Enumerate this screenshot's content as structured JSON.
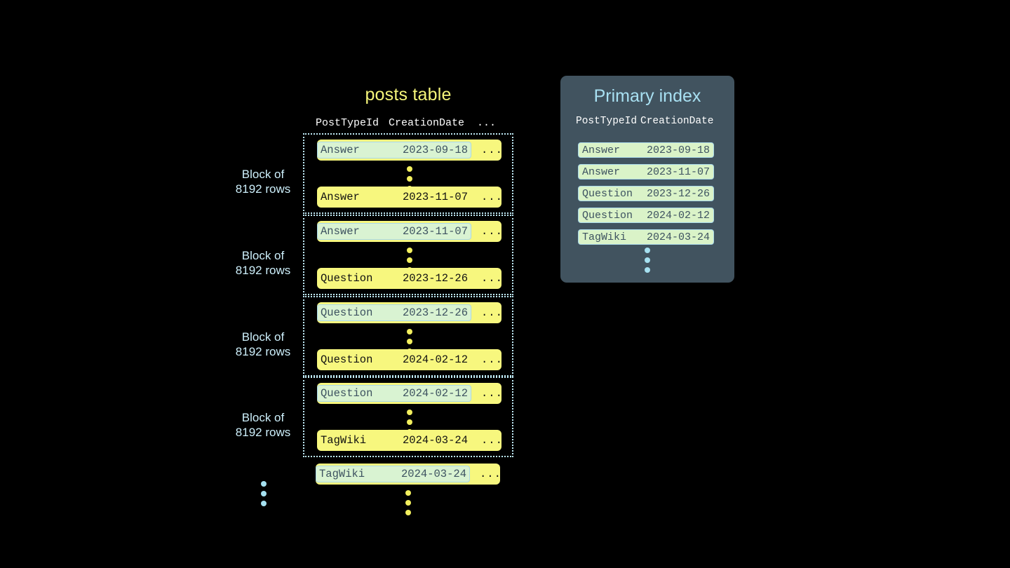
{
  "posts_table": {
    "title": "posts table",
    "columns": [
      "PostTypeId",
      "CreationDate",
      "..."
    ],
    "blocks": [
      {
        "label_line1": "Block of",
        "label_line2": "8192 rows",
        "first_row": {
          "type": "Answer",
          "date": "2023-09-18",
          "more": "...",
          "highlight": true
        },
        "last_row": {
          "type": "Answer",
          "date": "2023-11-07",
          "more": "...",
          "highlight": false
        }
      },
      {
        "label_line1": "Block of",
        "label_line2": "8192 rows",
        "first_row": {
          "type": "Answer",
          "date": "2023-11-07",
          "more": "...",
          "highlight": true
        },
        "last_row": {
          "type": "Question",
          "date": "2023-12-26",
          "more": "...",
          "highlight": false
        }
      },
      {
        "label_line1": "Block of",
        "label_line2": "8192 rows",
        "first_row": {
          "type": "Question",
          "date": "2023-12-26",
          "more": "...",
          "highlight": true
        },
        "last_row": {
          "type": "Question",
          "date": "2024-02-12",
          "more": "...",
          "highlight": false
        }
      },
      {
        "label_line1": "Block of",
        "label_line2": "8192 rows",
        "first_row": {
          "type": "Question",
          "date": "2024-02-12",
          "more": "...",
          "highlight": true
        },
        "last_row": {
          "type": "TagWiki",
          "date": "2024-03-24",
          "more": "...",
          "highlight": false
        }
      }
    ],
    "trailing_row": {
      "type": "TagWiki",
      "date": "2024-03-24",
      "more": "...",
      "highlight": true
    }
  },
  "primary_index": {
    "title": "Primary index",
    "columns": [
      "PostTypeId",
      "CreationDate"
    ],
    "rows": [
      {
        "type": "Answer",
        "date": "2023-09-18"
      },
      {
        "type": "Answer",
        "date": "2023-11-07"
      },
      {
        "type": "Question",
        "date": "2023-12-26"
      },
      {
        "type": "Question",
        "date": "2024-02-12"
      },
      {
        "type": "TagWiki",
        "date": "2024-03-24"
      }
    ]
  },
  "colors": {
    "background": "#000000",
    "table_title": "#f5f57a",
    "row_yellow": "#f7f77e",
    "row_highlight_bg": "#d9f3d2",
    "row_highlight_border": "#a9d8ea",
    "block_border": "#bfe9f5",
    "block_label": "#cdeffb",
    "panel_bg": "#41535f",
    "panel_title": "#a8e0f2",
    "index_row_bg": "#daf3c8",
    "dots_yellow": "#f2ef5e",
    "dots_blue": "#a5e0f0"
  }
}
